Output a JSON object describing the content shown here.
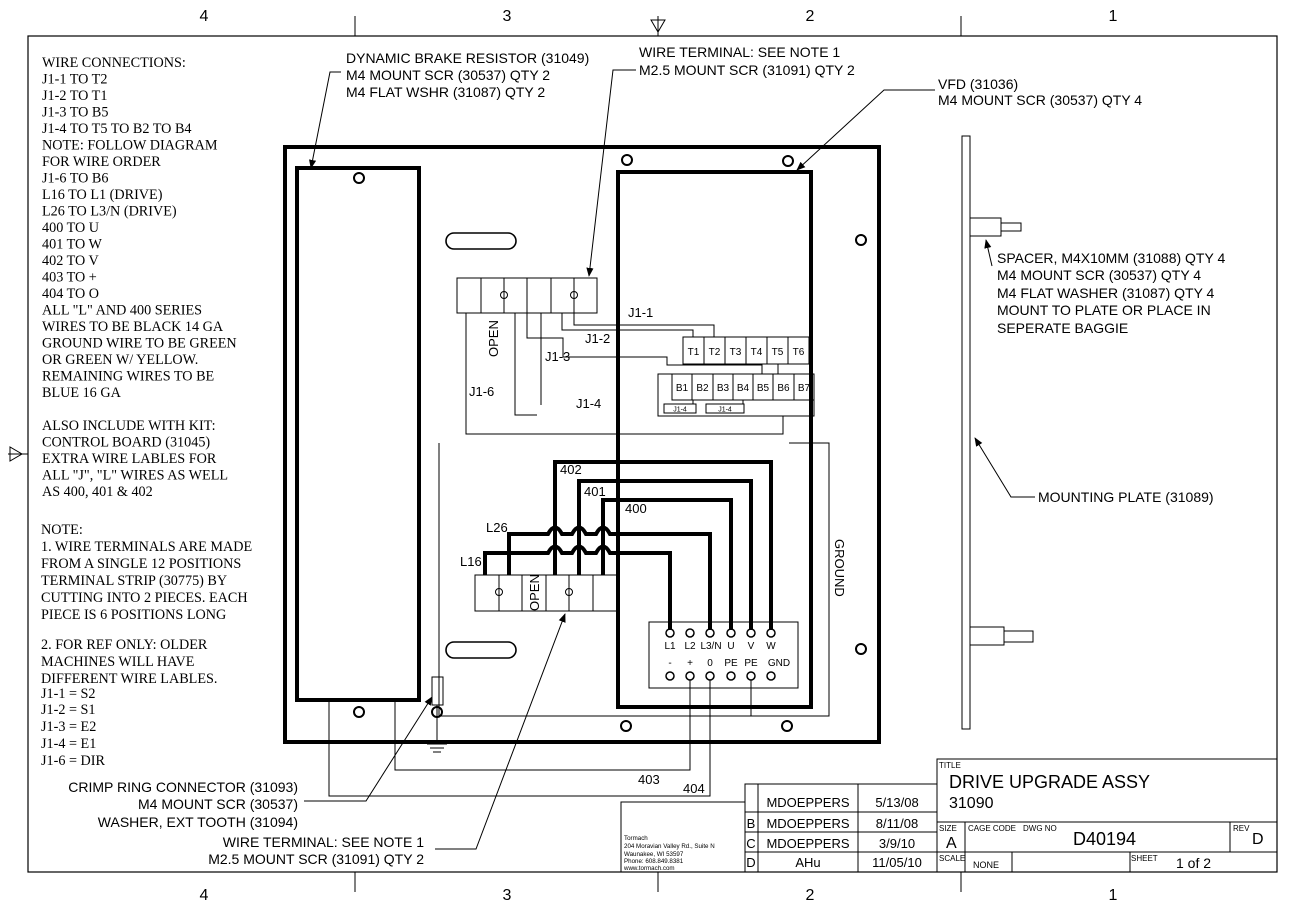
{
  "zones": {
    "top": [
      "4",
      "3",
      "2",
      "1"
    ],
    "bottom": [
      "4",
      "3",
      "2",
      "1"
    ]
  },
  "notes_left": [
    "WIRE CONNECTIONS:",
    "J1-1 TO T2",
    "J1-2 TO T1",
    "J1-3 TO B5",
    "J1-4 TO T5 TO B2 TO B4",
    "NOTE: FOLLOW DIAGRAM",
    "FOR WIRE ORDER",
    "J1-6 TO B6",
    "L16 TO L1 (DRIVE)",
    "L26 TO L3/N (DRIVE)",
    "400 TO U",
    "401 TO W",
    "402 TO V",
    "403 TO +",
    "404 TO O",
    "ALL \"L\" AND 400 SERIES",
    "WIRES TO BE BLACK 14 GA",
    "GROUND WIRE TO BE GREEN",
    "OR GREEN W/ YELLOW.",
    "REMAINING WIRES TO BE",
    "BLUE 16 GA",
    "",
    "ALSO INCLUDE WITH KIT:",
    "CONTROL BOARD (31045)",
    "EXTRA WIRE LABLES FOR",
    "ALL \"J\", \"L\" WIRES AS WELL",
    "AS 400, 401 & 402"
  ],
  "notes_lower": [
    "NOTE:",
    "1. WIRE TERMINALS ARE MADE",
    "FROM A SINGLE 12 POSITIONS",
    "TERMINAL STRIP (30775) BY",
    "CUTTING INTO 2 PIECES. EACH",
    "PIECE IS 6 POSITIONS LONG",
    "",
    "2. FOR REF ONLY: OLDER",
    "MACHINES WILL HAVE",
    "DIFFERENT WIRE LABLES.",
    "J1-1 = S2",
    "J1-2 = S1",
    "J1-3 = E2",
    "J1-4 = E1",
    "J1-6 = DIR"
  ],
  "callouts": {
    "brake": [
      "DYNAMIC BRAKE RESISTOR (31049)",
      "M4 MOUNT SCR (30537) QTY 2",
      "M4 FLAT WSHR (31087) QTY 2"
    ],
    "term_top": [
      "WIRE TERMINAL: SEE NOTE 1",
      "M2.5 MOUNT SCR (31091) QTY 2"
    ],
    "vfd": [
      "VFD (31036)",
      "M4 MOUNT SCR (30537) QTY 4"
    ],
    "spacer": [
      "SPACER, M4X10MM (31088) QTY 4",
      "M4 MOUNT SCR (30537) QTY 4",
      "M4 FLAT WASHER (31087) QTY 4",
      "MOUNT TO PLATE OR PLACE IN",
      "SEPERATE BAGGIE"
    ],
    "plate": "MOUNTING PLATE (31089)",
    "crimp": [
      "CRIMP RING CONNECTOR (31093)",
      "M4 MOUNT SCR (30537)",
      "WASHER, EXT TOOTH (31094)"
    ],
    "term_bottom": [
      "WIRE TERMINAL: SEE NOTE 1",
      "M2.5 MOUNT SCR (31091) QTY 2"
    ]
  },
  "terminals": {
    "t_row": [
      "T1",
      "T2",
      "T3",
      "T4",
      "T5",
      "T6"
    ],
    "b_row": [
      "B1",
      "B2",
      "B3",
      "B4",
      "B5",
      "B6",
      "B7"
    ],
    "b_sub": [
      "J1-4",
      "J1-4"
    ],
    "vfd_top": [
      "L1",
      "L2",
      "L3/N",
      "U",
      "V",
      "W"
    ],
    "vfd_bottom": [
      "-",
      "+",
      "0",
      "PE",
      "PE",
      "GND"
    ]
  },
  "wire_labels": {
    "j11": "J1-1",
    "j12": "J1-2",
    "j13": "J1-3",
    "j14": "J1-4",
    "j16": "J1-6",
    "open1": "OPEN",
    "open2": "OPEN",
    "w402": "402",
    "w401": "401",
    "w400": "400",
    "l26": "L26",
    "l16": "L16",
    "ground": "GROUND",
    "w403": "403",
    "w404": "404"
  },
  "title_block": {
    "title_label": "TITLE",
    "title": "DRIVE UPGRADE ASSY",
    "part_no": "31090",
    "size_label": "SIZE",
    "size": "A",
    "cage_label": "CAGE CODE",
    "dwg_label": "DWG NO",
    "dwg_no": "D40194",
    "rev_label": "REV",
    "rev": "D",
    "scale_label": "SCALE",
    "scale": "NONE",
    "sheet_label": "SHEET",
    "sheet": "1 of 2"
  },
  "revisions": [
    {
      "letter": "",
      "name": "MDOEPPERS",
      "date": "5/13/08"
    },
    {
      "letter": "B",
      "name": "MDOEPPERS",
      "date": "8/11/08"
    },
    {
      "letter": "C",
      "name": "MDOEPPERS",
      "date": "3/9/10"
    },
    {
      "letter": "D",
      "name": "AHu",
      "date": "11/05/10"
    }
  ],
  "company": [
    "Tormach",
    "204 Moravian Valley Rd., Suite N",
    "Waunakee, WI 53597",
    "Phone: 608.849.8381",
    "www.tormach.com"
  ]
}
